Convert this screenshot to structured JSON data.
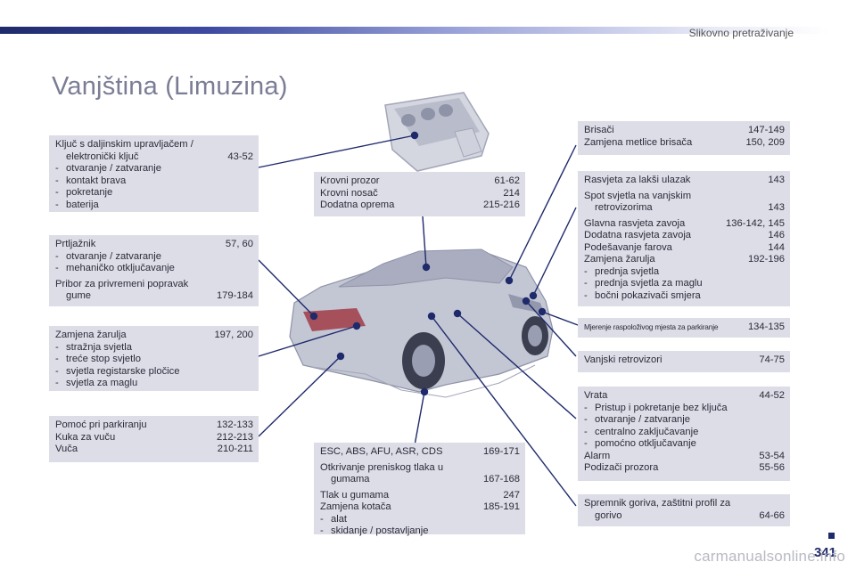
{
  "header": {
    "section": "Slikovno pretraživanje"
  },
  "page_title": "Vanjština (Limuzina)",
  "page_number": "341",
  "watermark": "carmanualsonline.info",
  "boxes": {
    "kljuc": {
      "title1": "Ključ s daljinskim upravljačem /",
      "title2": "elektronički ključ",
      "page": "43-52",
      "items": [
        "otvaranje / zatvaranje",
        "kontakt brava",
        "pokretanje",
        "baterija"
      ]
    },
    "prtljaznik": {
      "title": "Prtljažnik",
      "page": "57, 60",
      "items": [
        "otvaranje / zatvaranje",
        "mehaničko otključavanje"
      ],
      "pribor1": "Pribor za privremeni popravak",
      "pribor2": "gume",
      "pribor_page": "179-184"
    },
    "zarulja_straga": {
      "title": "Zamjena žarulja",
      "page": "197, 200",
      "items": [
        "stražnja svjetla",
        "treće stop svjetlo",
        "svjetla registarske pločice",
        "svjetla za maglu"
      ]
    },
    "parking": {
      "rows": [
        {
          "label": "Pomoć pri parkiranju",
          "page": "132-133"
        },
        {
          "label": "Kuka za vuču",
          "page": "212-213"
        },
        {
          "label": "Vuča",
          "page": "210-211"
        }
      ]
    },
    "krov": {
      "rows": [
        {
          "label": "Krovni prozor",
          "page": "61-62"
        },
        {
          "label": "Krovni nosač",
          "page": "214"
        },
        {
          "label": "Dodatna oprema",
          "page": "215-216"
        }
      ]
    },
    "esc": {
      "r1": {
        "label": "ESC, ABS, AFU, ASR, CDS",
        "page": "169-171"
      },
      "r2a": "Otkrivanje preniskog tlaka u",
      "r2b": "gumama",
      "r2_page": "167-168",
      "r3": {
        "label": "Tlak u gumama",
        "page": "247"
      },
      "r4": {
        "label": "Zamjena kotača",
        "page": "185-191"
      },
      "items": [
        "alat",
        "skidanje / postavljanje"
      ]
    },
    "brisaci": {
      "rows": [
        {
          "label": "Brisači",
          "page": "147-149"
        },
        {
          "label": "Zamjena metlice brisača",
          "page": "150, 209"
        }
      ]
    },
    "rasvjeta": {
      "r1": {
        "label": "Rasvjeta za lakši ulazak",
        "page": "143"
      },
      "r2a": "Spot svjetla na vanjskim",
      "r2b": "retrovizorima",
      "r2_page": "143",
      "r3": {
        "label": "Glavna rasvjeta zavoja",
        "page": "136-142, 145"
      },
      "r4": {
        "label": "Dodatna rasvjeta zavoja",
        "page": "146"
      },
      "r5": {
        "label": "Podešavanje farova",
        "page": "144"
      },
      "r6": {
        "label": "Zamjena žarulja",
        "page": "192-196"
      },
      "items": [
        "prednja svjetla",
        "prednja svjetla za maglu",
        "bočni pokazivači smjera"
      ]
    },
    "mjerenje": {
      "label": "Mjerenje raspoloživog mjesta za parkiranje",
      "page": "134-135"
    },
    "retrovizori": {
      "label": "Vanjski retrovizori",
      "page": "74-75"
    },
    "vrata": {
      "title": "Vrata",
      "page": "44-52",
      "items": [
        "Pristup i pokretanje bez ključa",
        "otvaranje / zatvaranje",
        "centralno zaključavanje",
        "pomoćno otključavanje"
      ],
      "alarm": {
        "label": "Alarm",
        "page": "53-54"
      },
      "podizaci": {
        "label": "Podizači prozora",
        "page": "55-56"
      }
    },
    "gorivo": {
      "l1": "Spremnik goriva, zaštitni profil za",
      "l2": "gorivo",
      "page": "64-66"
    }
  },
  "colors": {
    "accent": "#1f2a6b",
    "box_bg": "#dcdde6",
    "title": "#7a7d95",
    "car": "#b7bac8"
  }
}
